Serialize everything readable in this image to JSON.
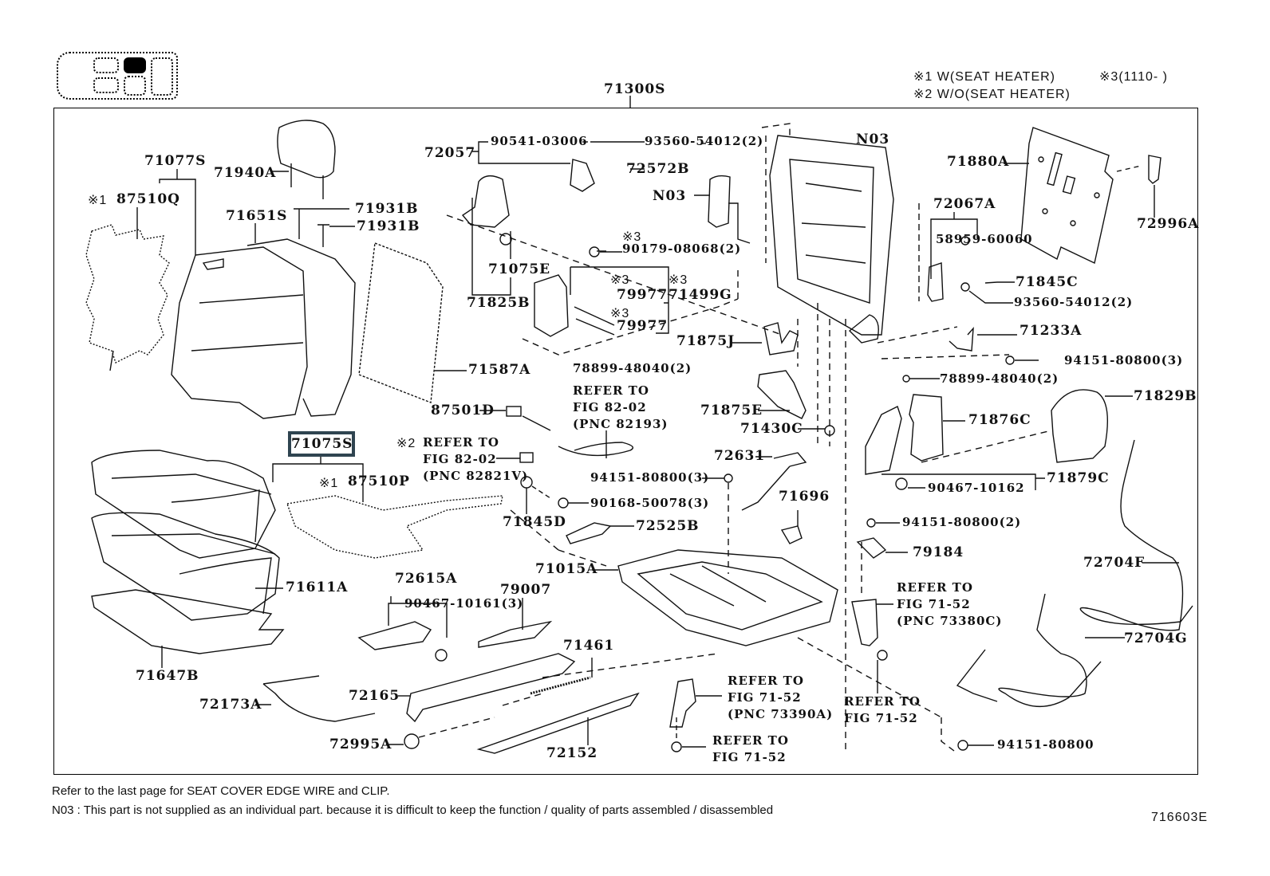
{
  "diagram": {
    "figure_id": "716603E",
    "main_assembly": "71300S",
    "legend": [
      {
        "mark": "※1",
        "text": "W(SEAT  HEATER)"
      },
      {
        "mark": "※2",
        "text": "W/O(SEAT  HEATER)"
      },
      {
        "mark": "※3",
        "text": "(1110-     )"
      }
    ],
    "highlighted_part": "71075S",
    "seat_position_indicator": {
      "rows": 2,
      "selected": "second-row-right"
    },
    "parts": {
      "p71077S": "71077S",
      "p87510Q": "87510Q",
      "p71940A": "71940A",
      "p71931B_1": "71931B",
      "p71931B_2": "71931B",
      "p71651S": "71651S",
      "p71587A": "71587A",
      "p72057": "72057",
      "p90541": "90541-03006",
      "p93560a": "93560-54012(2)",
      "p72572B": "72572B",
      "pN03a": "N03",
      "pN03b": "N03",
      "p71075E": "71075E",
      "p71825B": "71825B",
      "p90179": "90179-08068(2)",
      "p79977a": "79977",
      "p79977b": "79977",
      "p71499G": "71499G",
      "p71875J": "71875J",
      "p78899a": "78899-48040(2)",
      "p71880A": "71880A",
      "p72996A": "72996A",
      "p72067A": "72067A",
      "p58959": "58959-60060",
      "p71845C": "71845C",
      "p93560b": "93560-54012(2)",
      "p71233A": "71233A",
      "p94151a": "94151-80800(3)",
      "p78899b": "78899-48040(2)",
      "p71829B": "71829B",
      "p71876C": "71876C",
      "p71879C": "71879C",
      "p90467b": "90467-10162",
      "p87501D": "87501D",
      "p71875E": "71875E",
      "p71430C": "71430C",
      "p72631": "72631",
      "p94151b": "94151-80800(3)",
      "p71696": "71696",
      "p94151c": "94151-80800(2)",
      "p79184": "79184",
      "p72704F": "72704F",
      "p72704G": "72704G",
      "p94151d": "94151-80800",
      "p87510P": "87510P",
      "p71845D": "71845D",
      "p90168": "90168-50078(3)",
      "p72525B": "72525B",
      "p71015A": "71015A",
      "p71611A": "71611A",
      "p71647B": "71647B",
      "p72615A": "72615A",
      "p90467a": "90467-10161(3)",
      "p79007": "79007",
      "p71461": "71461",
      "p72165": "72165",
      "p72173A": "72173A",
      "p72995A": "72995A",
      "p72152": "72152"
    },
    "marks": {
      "m1a": "※1",
      "m1b": "※1",
      "m2": "※2",
      "m3a": "※3",
      "m3b": "※3",
      "m3c": "※3",
      "m3d": "※3"
    },
    "references": {
      "r1": "REFER TO\nFIG 82-02\n(PNC 82193)",
      "r2": "REFER TO\nFIG 82-02\n(PNC 82821V)",
      "r3": "REFER TO\nFIG 71-52\n(PNC 73380C)",
      "r4": "REFER TO\nFIG 71-52\n(PNC 73390A)",
      "r5": "REFER TO\nFIG 71-52",
      "r6": "REFER TO\nFIG 71-52"
    }
  },
  "footer": {
    "line1": "Refer to the last page for SEAT COVER EDGE WIRE and CLIP.",
    "line2": "N03 : This part is not supplied as an individual part. because it is difficult to keep the function / quality of parts assembled / disassembled"
  }
}
